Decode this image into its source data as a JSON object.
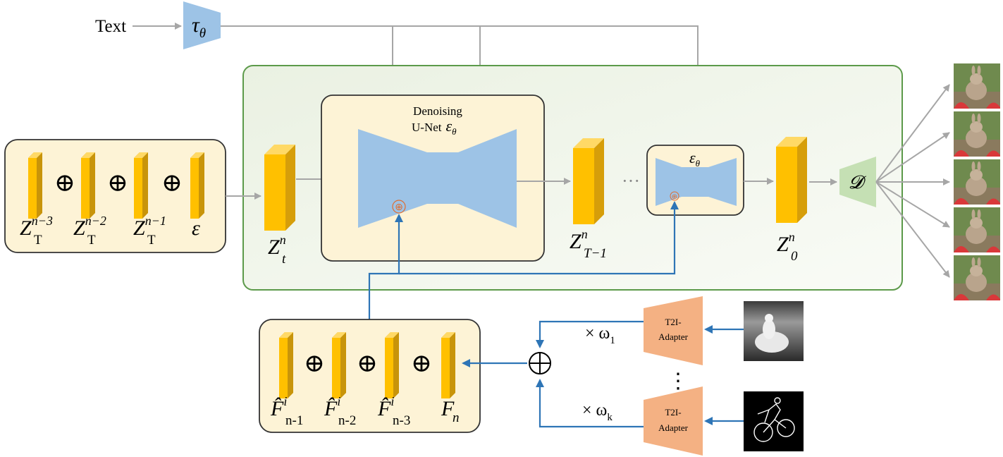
{
  "inputs": {
    "text_label": "Text"
  },
  "encoder": {
    "symbol": "τ",
    "subscript": "θ"
  },
  "unet": {
    "title_line1": "Denoising",
    "title_line2": "U-Net",
    "symbol": "ε",
    "subscript": "θ"
  },
  "small_unet": {
    "symbol": "ε",
    "subscript": "θ"
  },
  "decoder": {
    "symbol": "𝓓"
  },
  "ellipsis_h": "···",
  "ellipsis_v": "⋮",
  "noise_stack": {
    "z3": {
      "base": "Z",
      "sub": "T",
      "sup": "n−3"
    },
    "z2": {
      "base": "Z",
      "sub": "T",
      "sup": "n−2"
    },
    "z1": {
      "base": "Z",
      "sub": "T",
      "sup": "n−1"
    },
    "eps": "ε"
  },
  "latents": {
    "zt": {
      "base": "Z",
      "sub": "t",
      "sup": "n"
    },
    "zT1": {
      "base": "Z",
      "sub": "T−1",
      "sup": "n"
    },
    "z0": {
      "base": "Z",
      "sub": "0",
      "sup": "n"
    }
  },
  "feature_stack": {
    "f1": {
      "base": "F̂",
      "sub": "n-1",
      "sup": "i"
    },
    "f2": {
      "base": "F̂",
      "sub": "n-2",
      "sup": "i"
    },
    "f3": {
      "base": "F̂",
      "sub": "n-3",
      "sup": "i"
    },
    "fn": {
      "base": "F",
      "sub": "n"
    }
  },
  "adapters": [
    {
      "label_line1": "T2I-",
      "label_line2": "Adapter",
      "weight_prefix": "× ω",
      "weight_sub": "1"
    },
    {
      "label_line1": "T2I-",
      "label_line2": "Adapter",
      "weight_prefix": "× ω",
      "weight_sub": "k"
    }
  ],
  "operators": {
    "sum": "⊕",
    "add_small": "⊕"
  },
  "colors": {
    "panel_border": "#5c9a4a",
    "panel_fill": "#f1f5ec",
    "box_fill": "#fdf3d6",
    "unet_blue": "#9dc3e6",
    "tau_blue": "#9dc3e6",
    "decoder_green": "#c5e0b4",
    "adapter_orange": "#f4b183",
    "latent_front": "#ffc000",
    "latent_side": "#d69e0a",
    "arrow_blue": "#2e75b6",
    "arrow_gray": "#a6a6a6"
  }
}
